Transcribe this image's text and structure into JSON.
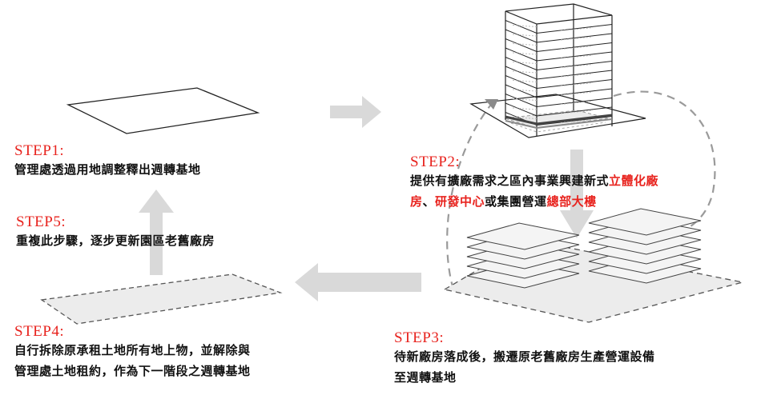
{
  "colors": {
    "step_label": "#e8231e",
    "arrow": "#d9d9d9",
    "outline": "#222222",
    "dashed": "#9a9a9a"
  },
  "steps": [
    {
      "id": 1,
      "label": "STEP1:",
      "lines": [
        [
          {
            "text": "管理處透過用地調整釋出週轉基地"
          }
        ]
      ]
    },
    {
      "id": 2,
      "label": "STEP2:",
      "lines": [
        [
          {
            "text": "提供有擴廠需求之區內事業興建新式"
          },
          {
            "text": "立體化廠",
            "highlight": true
          }
        ],
        [
          {
            "text": "房",
            "highlight": true
          },
          {
            "text": "、"
          },
          {
            "text": "研發中心",
            "highlight": true
          },
          {
            "text": "或集團營運"
          },
          {
            "text": "總部大樓",
            "highlight": true
          }
        ]
      ]
    },
    {
      "id": 3,
      "label": "STEP3:",
      "lines": [
        [
          {
            "text": "待新廠房落成後，搬遷原老舊廠房生產營運設備"
          }
        ],
        [
          {
            "text": "至週轉基地"
          }
        ]
      ]
    },
    {
      "id": 4,
      "label": "STEP4:",
      "lines": [
        [
          {
            "text": "自行拆除原承租土地所有地上物，並解除與"
          }
        ],
        [
          {
            "text": "管理處土地租約，作為下一階段之週轉基地"
          }
        ]
      ]
    },
    {
      "id": 5,
      "label": "STEP5:",
      "lines": [
        [
          {
            "text": "重複此步驟，逐步更新園區老舊廠房"
          }
        ]
      ]
    }
  ]
}
